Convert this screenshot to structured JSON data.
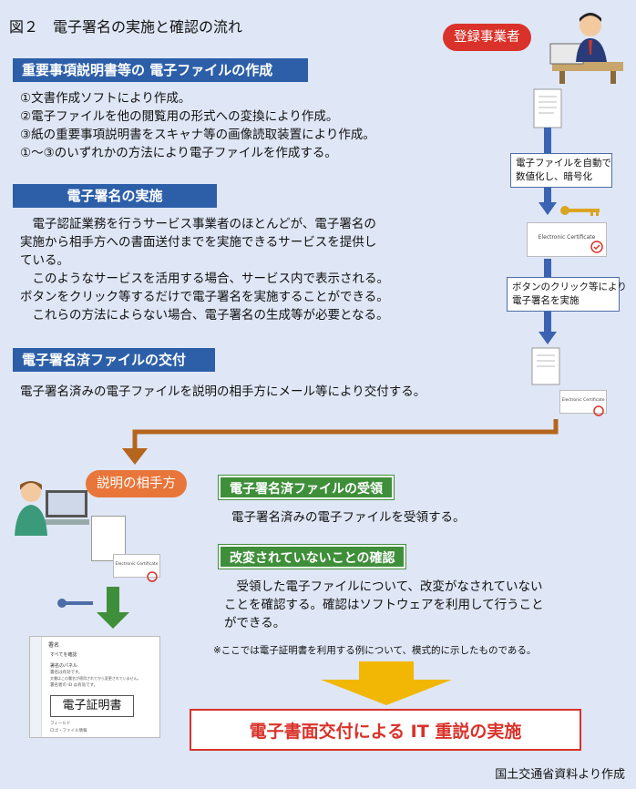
{
  "figure_title": "図２　電子署名の実施と確認の流れ",
  "sections": {
    "create": {
      "heading": "重要事項説明書等の 電子ファイルの作成",
      "lines": [
        "①文書作成ソフトにより作成。",
        "②電子ファイルを他の閲覧用の形式への変換により作成。",
        "③紙の重要事項説明書をスキャナ等の画像読取装置により作成。",
        "①～③のいずれかの方法により電子ファイルを作成する。"
      ]
    },
    "sign": {
      "heading": "電子署名の実施",
      "lines": [
        "　電子認証業務を行うサービス事業者のほとんどが、電子署名の",
        "実施から相手方への書面送付までを実施できるサービスを提供し",
        "ている。",
        "　このようなサービスを活用する場合、サービス内で表示される。",
        "ボタンをクリック等するだけで電子署名を実施することができる。",
        "　これらの方法によらない場合、電子署名の生成等が必要となる。"
      ]
    },
    "deliver": {
      "heading": "電子署名済ファイルの交付",
      "lines": [
        "電子署名済みの電子ファイルを説明の相手方にメール等により交付する。"
      ]
    },
    "receive": {
      "heading": "電子署名済ファイルの受領",
      "lines": [
        "電子署名済みの電子ファイルを受領する。"
      ]
    },
    "verify": {
      "heading": "改変されていないことの確認",
      "lines": [
        "　受領した電子ファイルについて、改変がなされていない",
        "ことを確認する。確認はソフトウェアを利用して行うこと",
        "ができる。"
      ]
    }
  },
  "actors": {
    "registered": "登録事業者",
    "counterpart": "説明の相手方"
  },
  "callouts": {
    "encrypt": [
      "電子ファイルを自動で",
      "数値化し、暗号化"
    ],
    "click": [
      "ボタンのクリック等により",
      "電子署名を実施"
    ]
  },
  "certificate_label": "Electronic Certificate",
  "certificate_label_small": "Electronic Certificate",
  "screen": {
    "title": "署名",
    "subtitle": "すべてを確認",
    "line1": "署名のパネル",
    "line2": "署名は有効です。",
    "line3": "文書はこの署名が適用されてから変更されていません。",
    "line4": "署名者の ID は有効です。",
    "cert_label": "電子証明書",
    "footer1": "フィールド",
    "footer2": "ロゴ・ファイル情報"
  },
  "note": "※ここでは電子証明書を利用する例について、模式的に示したものである。",
  "final_banner": "電子書面交付による IT 重説の実施",
  "source": "国土交通省資料より作成",
  "colors": {
    "background": "#dfe6f5",
    "heading_blue": "#2d5fa8",
    "heading_green": "#3f8f3a",
    "accent_red": "#d9322a",
    "accent_orange": "#e8753a",
    "arrow_blue": "#3b63b2",
    "arrow_gold": "#f2b705",
    "arrow_brown": "#b5651d"
  }
}
